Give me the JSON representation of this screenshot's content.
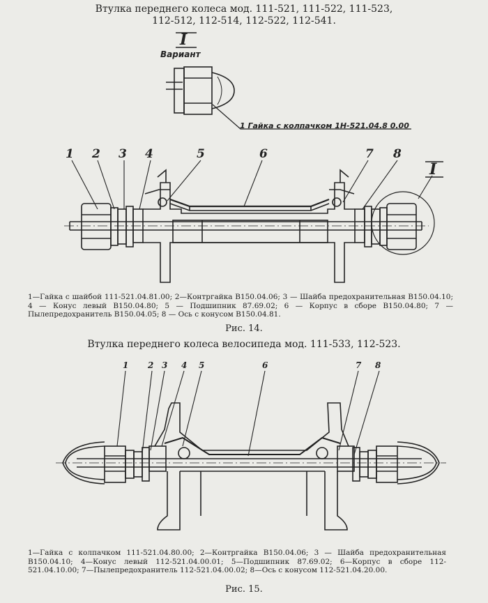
{
  "page": {
    "title_fig14_line1": "Втулка переднего колеса мод. 111-521, 111-522, 111-523,",
    "title_fig14_line2": "112-512, 112-514, 112-522, 112-541.",
    "caption_fig14": "1—Гайка с шайбой 111-521.04.81.00; 2—Контргайка В150.04.06; 3 — Шайба предохранительная В150.04.10; 4 — Конус левый В150.04.80; 5 — Подшипник 87.69.02; 6 — Корпус в сборе В150.04.80; 7 — Пылепредохранитель В150.04.05; 8 — Ось с конусом В150.04.81.",
    "figure_label_14": "Рис. 14.",
    "title_fig15": "Втулка переднего колеса велосипеда мод. 111-533, 112-523.",
    "caption_fig15": "1—Гайка с колпачком 111-521.04.80.00; 2—Контргайка В150.04.06; 3 — Шайба предохранительная В150.04.10; 4—Конус левый 112-521.04.00.01; 5—Подшипник 87.69.02; 6—Корпус в сборе 112-521.04.10.00; 7—Пылепредохранитель 112-521.04.00.02; 8—Ось с конусом 112-521.04.20.00.",
    "figure_label_15": "Рис. 15."
  },
  "fig14": {
    "variant_numeral": "I",
    "variant_word": "Вариант",
    "variant_note": "1 Гайка с колпачком 1Н-521.04.8 0.00",
    "callout_numeral": "I",
    "labels": [
      "1",
      "2",
      "3",
      "4",
      "5",
      "6",
      "7",
      "8"
    ]
  },
  "fig15": {
    "labels": [
      "1",
      "2",
      "3",
      "4",
      "5",
      "6",
      "7",
      "8"
    ]
  }
}
